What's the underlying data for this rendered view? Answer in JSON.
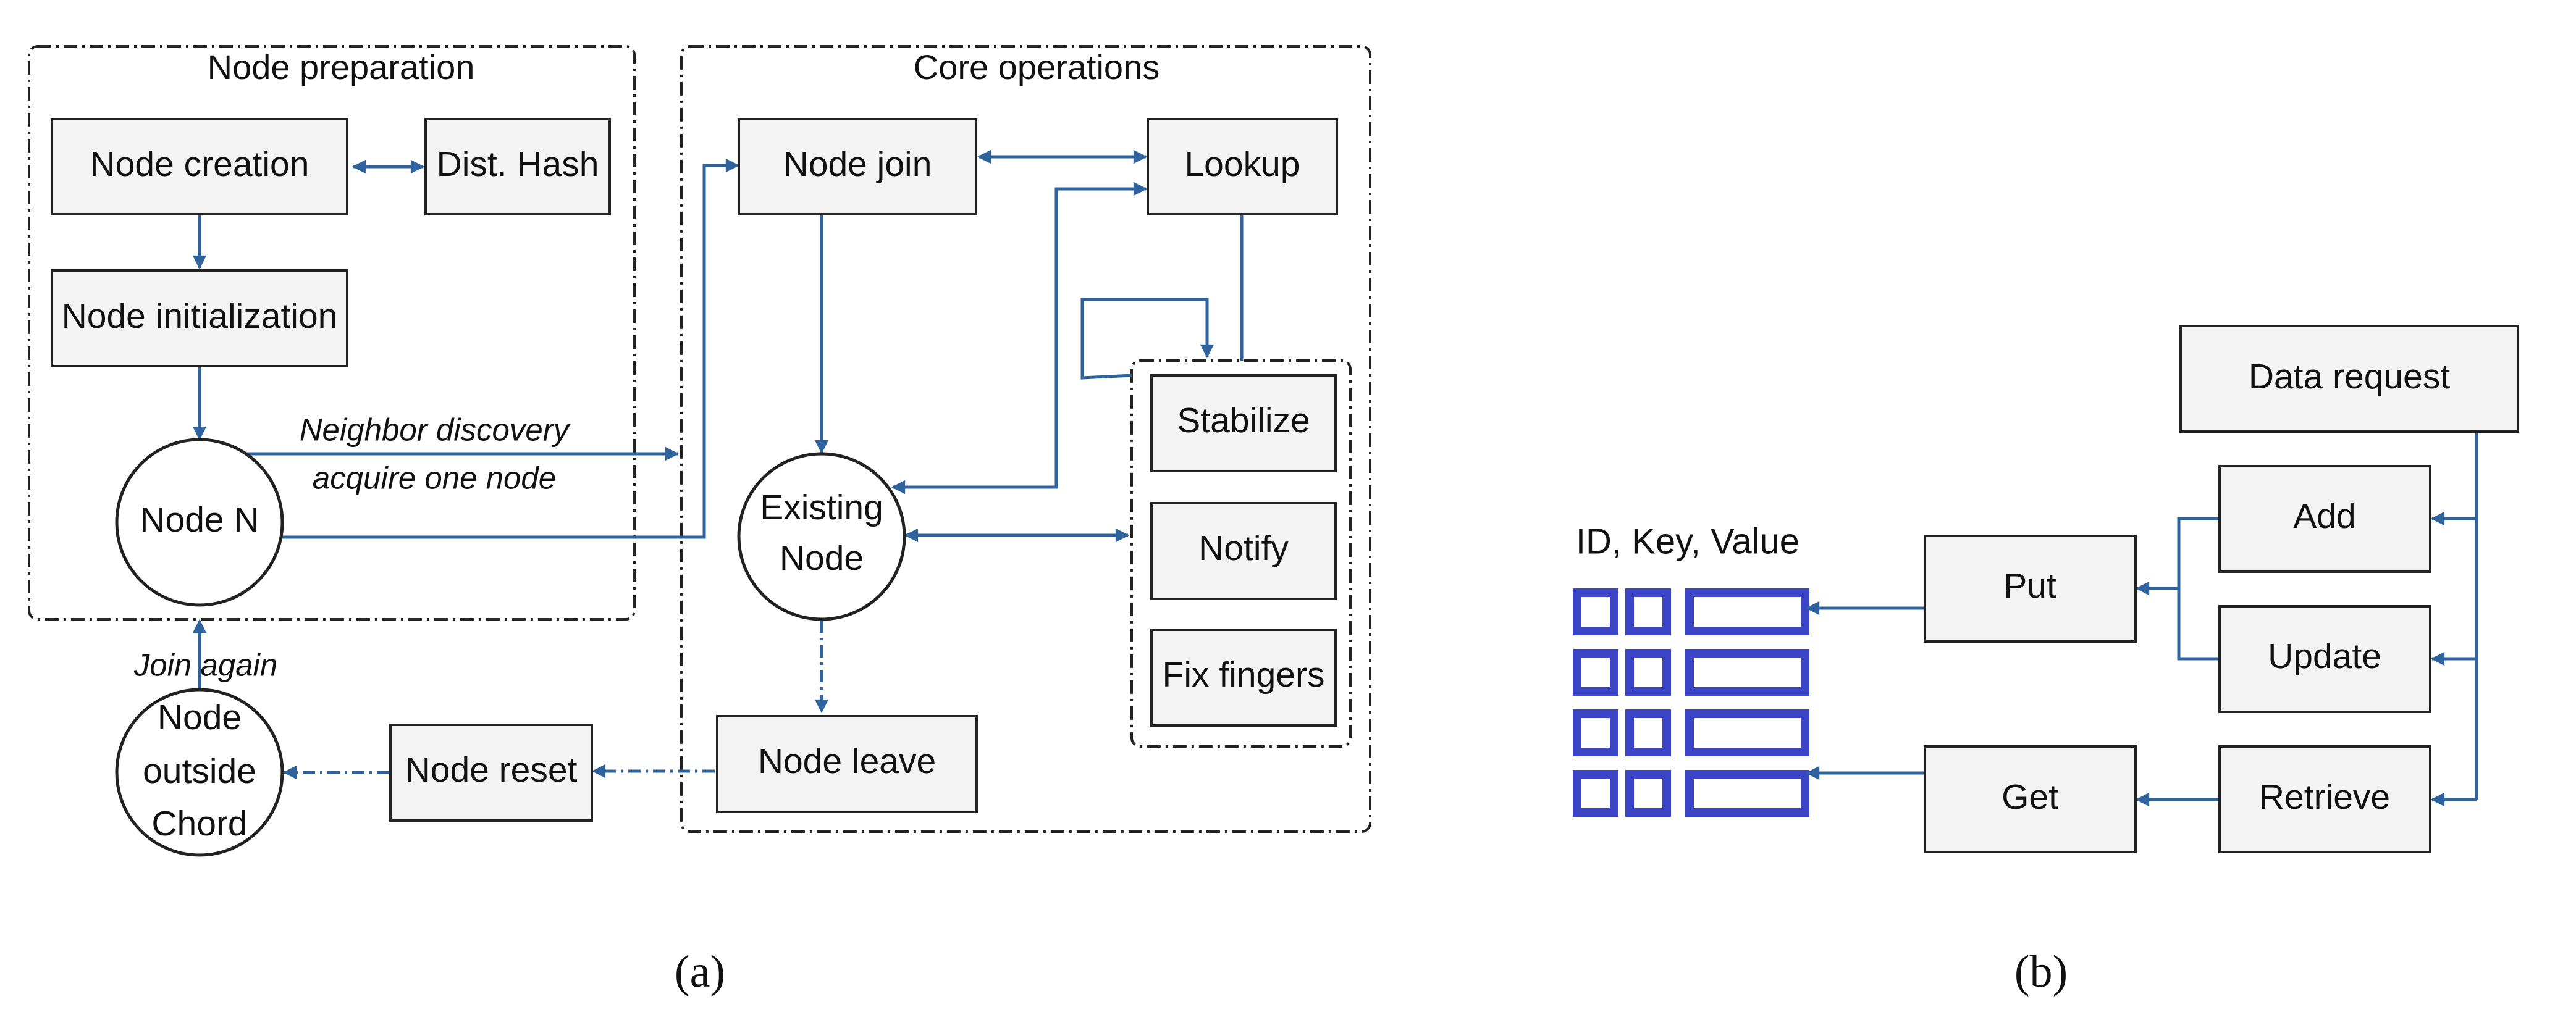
{
  "panel_a": {
    "caption": "(a)",
    "groups": {
      "node_preparation": "Node preparation",
      "core_operations": "Core operations"
    },
    "nodes": {
      "node_creation": "Node creation",
      "dist_hash": "Dist. Hash",
      "node_initialization": "Node initialization",
      "node_n": "Node N",
      "node_join": "Node join",
      "lookup": "Lookup",
      "stabilize": "Stabilize",
      "notify": "Notify",
      "fix_fingers": "Fix fingers",
      "existing_node": [
        "Existing",
        "Node"
      ],
      "node_leave": "Node leave",
      "node_reset": "Node reset",
      "node_outside_chord": [
        "Node",
        "outside",
        "Chord"
      ]
    },
    "edge_labels": {
      "neighbor_discovery": "Neighbor discovery",
      "acquire_one_node": "acquire one node",
      "join_again": "Join again"
    }
  },
  "panel_b": {
    "caption": "(b)",
    "table_label": "ID, Key, Value",
    "table_rows": 4,
    "nodes": {
      "data_request": "Data request",
      "add": "Add",
      "update": "Update",
      "retrieve": "Retrieve",
      "put": "Put",
      "get": "Get"
    }
  },
  "colors": {
    "arrow": "#2e639e",
    "table_icon": "#3a44c4",
    "box_fill": "#f3f3f3"
  }
}
